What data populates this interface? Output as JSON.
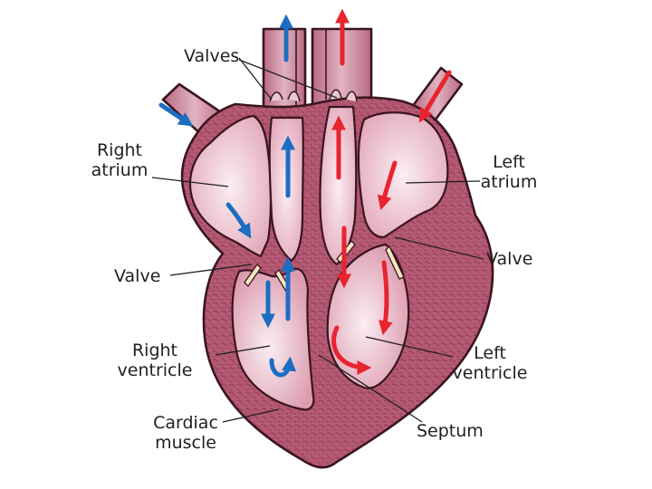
{
  "labels": {
    "valves": "Valves",
    "right_atrium_l1": "Right",
    "right_atrium_l2": "atrium",
    "left_atrium_l1": "Left",
    "left_atrium_l2": "atrium",
    "valve_left": "Valve",
    "valve_right": "Valve",
    "right_ventricle_l1": "Right",
    "right_ventricle_l2": "ventricle",
    "left_ventricle_l1": "Left",
    "left_ventricle_l2": "ventricle",
    "cardiac_l1": "Cardiac",
    "cardiac_l2": "muscle",
    "septum": "Septum"
  },
  "colors": {
    "deoxygenated_flow": "#1b6ec2",
    "oxygenated_flow": "#e8242e",
    "muscle": "#b55a74",
    "chamber": "#f2d3dc",
    "vessel": "#c98a9c",
    "outline": "#3a1520"
  }
}
